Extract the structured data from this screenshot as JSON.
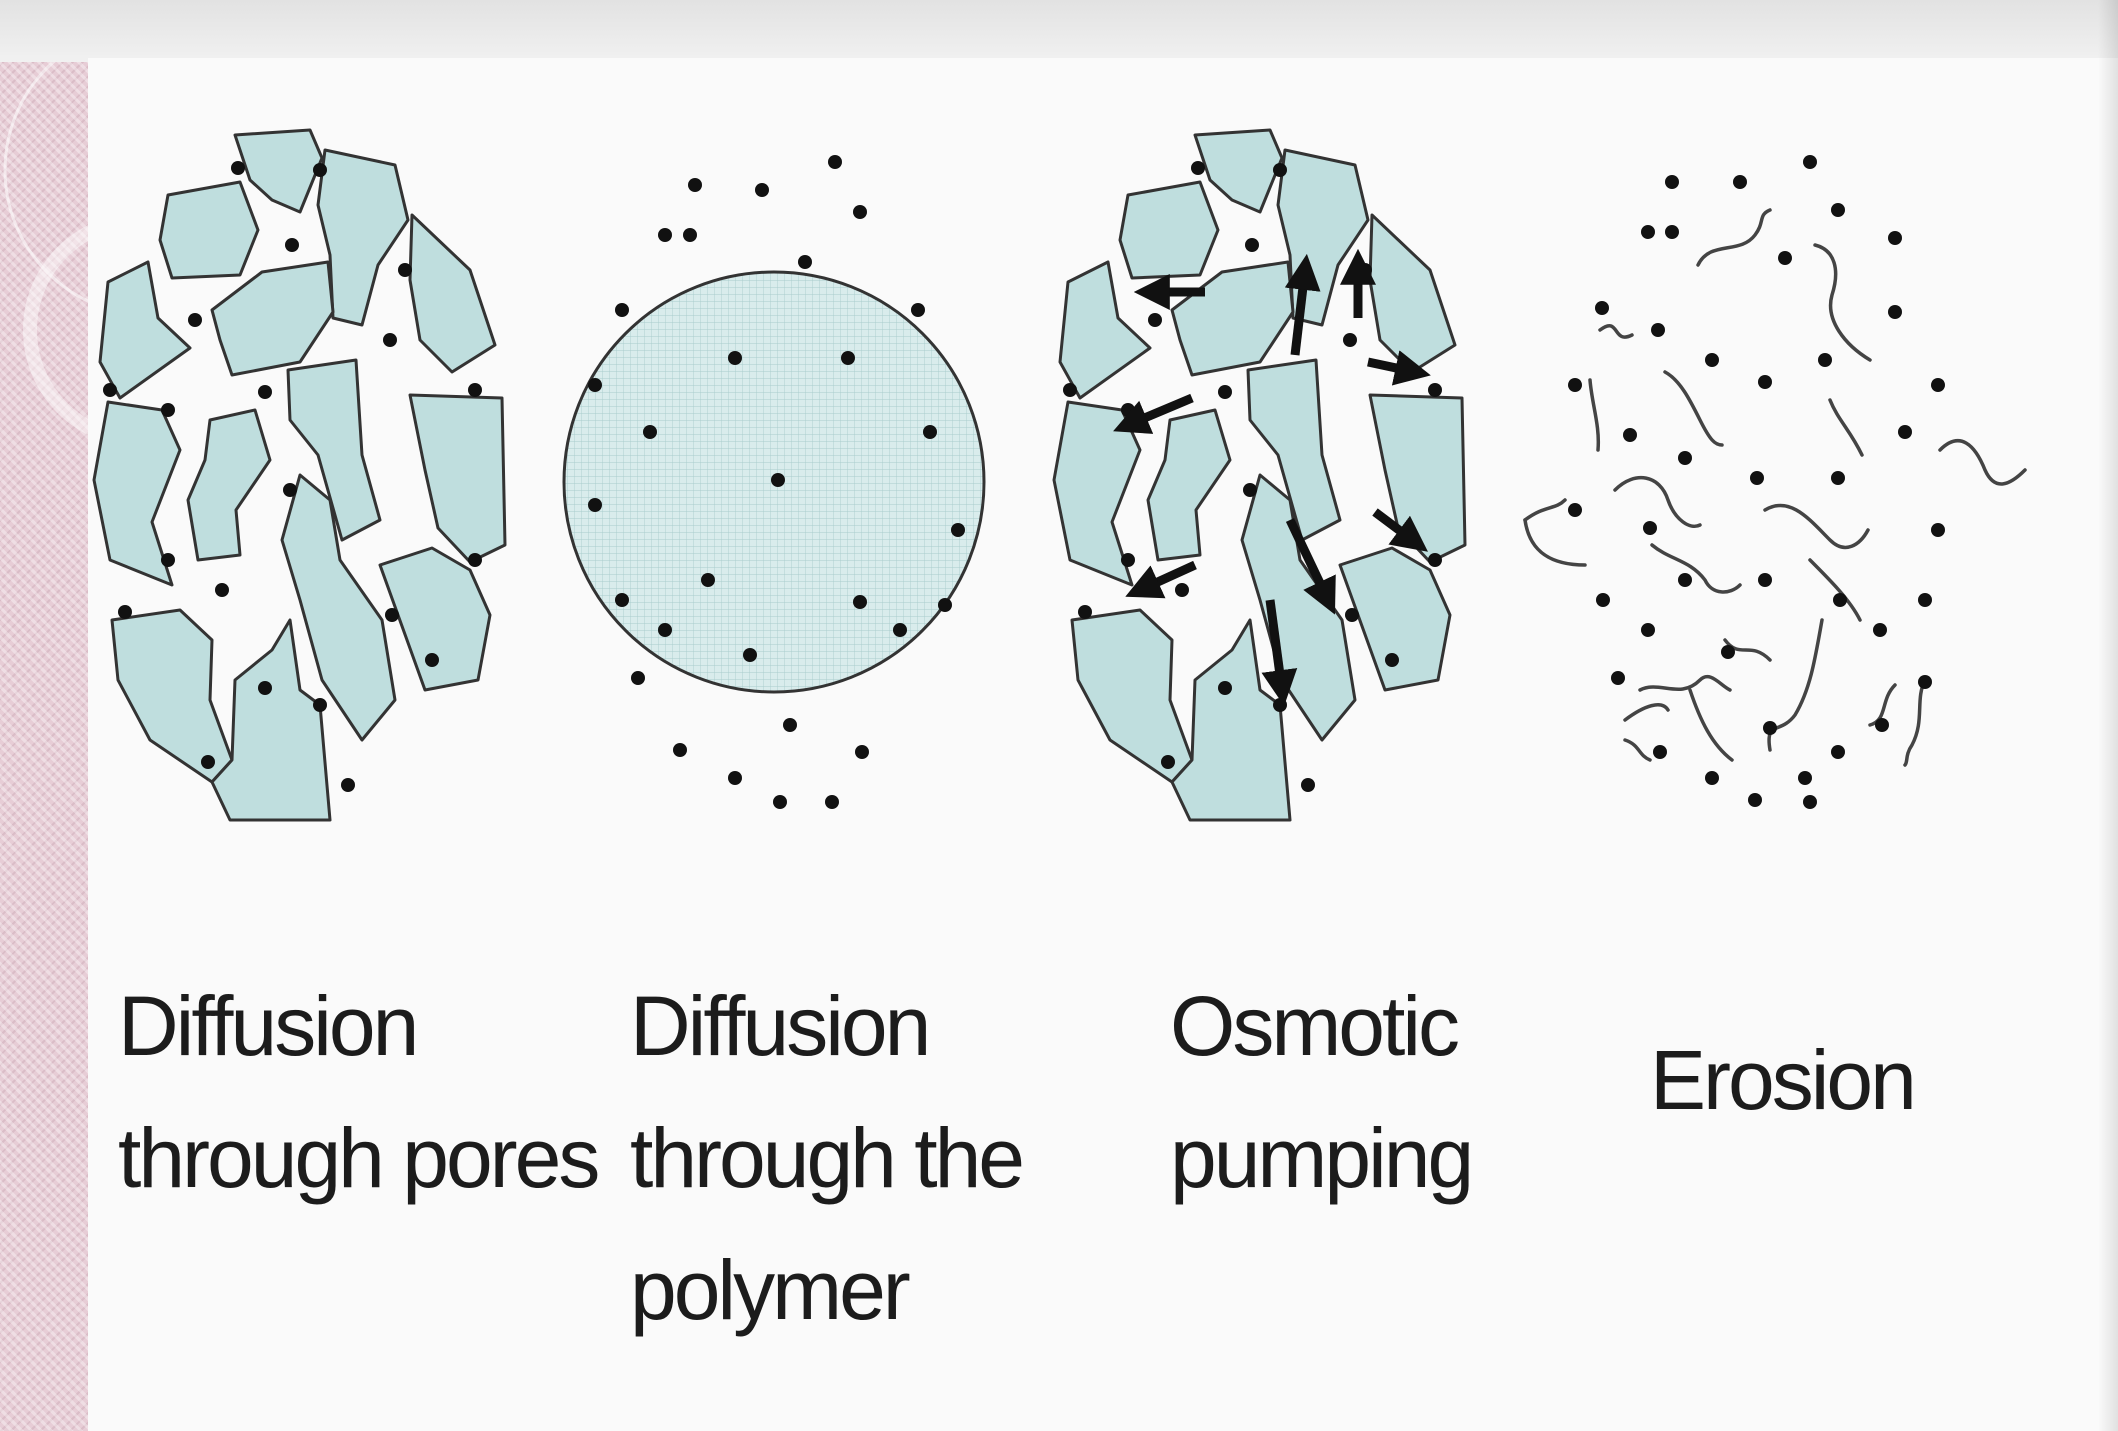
{
  "panels": [
    {
      "id": "pores",
      "label_lines": [
        "Diffusion",
        "through pores"
      ]
    },
    {
      "id": "polymer",
      "label_lines": [
        "Diffusion",
        "through the",
        "polymer"
      ]
    },
    {
      "id": "osmotic",
      "label_lines": [
        "Osmotic",
        "pumping"
      ]
    },
    {
      "id": "erosion",
      "label_lines": [
        "Erosion"
      ]
    }
  ],
  "colors": {
    "matrix_fill": "#bfdede",
    "grid_fill": "#d9ecec",
    "outline": "#333333",
    "drug_dot": "#111111",
    "slide_bg": "#fafafa",
    "side_strip": "#e7cdd6"
  },
  "icons": {
    "drug_particle": "filled-black-circle",
    "water_flow": "black-arrow",
    "polymer_fragment": "squiggle-line"
  }
}
